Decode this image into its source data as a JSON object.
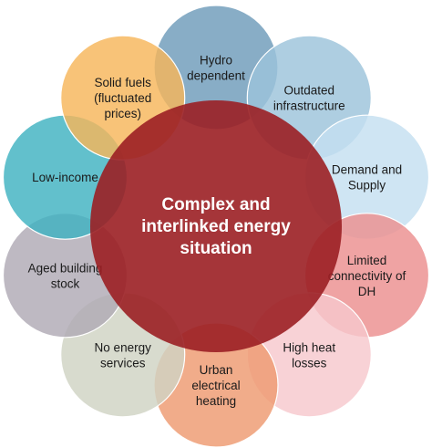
{
  "center": {
    "lines": [
      "Complex and",
      "interlinked energy",
      "situation"
    ],
    "color": "#9b1f24"
  },
  "nodes": [
    {
      "id": "hydro",
      "lines": [
        "Hydro",
        "dependent"
      ],
      "color": "#6e9bb9"
    },
    {
      "id": "outdated",
      "lines": [
        "Outdated",
        "infrastructure"
      ],
      "color": "#9cc3db"
    },
    {
      "id": "demand-supply",
      "lines": [
        "Demand and",
        "Supply"
      ],
      "color": "#c5dff0"
    },
    {
      "id": "limited-dh",
      "lines": [
        "Limited",
        "connectivity of",
        "DH"
      ],
      "color": "#ec8f8f"
    },
    {
      "id": "high-heat",
      "lines": [
        "High heat",
        "losses"
      ],
      "color": "#f6c8cd"
    },
    {
      "id": "urban-electric",
      "lines": [
        "Urban",
        "electrical",
        "heating"
      ],
      "color": "#ee9a70"
    },
    {
      "id": "no-energy",
      "lines": [
        "No energy",
        "services"
      ],
      "color": "#d0d3c3"
    },
    {
      "id": "aged-building",
      "lines": [
        "Aged building",
        "stock"
      ],
      "color": "#b0a9b5"
    },
    {
      "id": "low-income",
      "lines": [
        "Low-income"
      ],
      "color": "#3fb2c1"
    },
    {
      "id": "solid-fuels",
      "lines": [
        "Solid fuels",
        "(fluctuated",
        "prices)"
      ],
      "color": "#f6b65a"
    }
  ]
}
